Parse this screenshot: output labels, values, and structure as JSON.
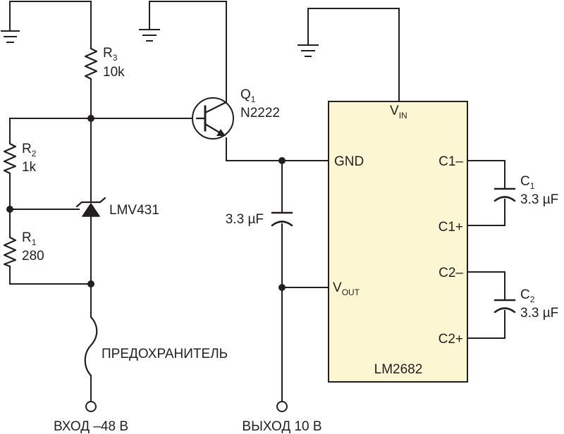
{
  "colors": {
    "ink": "#231f20",
    "ic_fill": "#fdf6d3",
    "background": "#ffffff"
  },
  "r3": {
    "name": "R",
    "sub": "3",
    "value": "10k"
  },
  "r2": {
    "name": "R",
    "sub": "2",
    "value": "1k"
  },
  "r1": {
    "name": "R",
    "sub": "1",
    "value": "280"
  },
  "q1": {
    "name": "Q",
    "sub": "1",
    "part": "N2222"
  },
  "zener": {
    "part": "LMV431"
  },
  "cout": {
    "value": "3.3 µF"
  },
  "c1": {
    "name": "C",
    "sub": "1",
    "value": "3.3 µF"
  },
  "c2": {
    "name": "C",
    "sub": "2",
    "value": "3.3 µF"
  },
  "ic": {
    "part": "LM2682",
    "vin": {
      "name": "V",
      "sub": "IN"
    },
    "gnd": "GND",
    "vout": {
      "name": "V",
      "sub": "OUT"
    },
    "c1_minus": "C1–",
    "c1_plus": "C1+",
    "c2_minus": "C2–",
    "c2_plus": "C2+"
  },
  "fuse": {
    "label": "ПРЕДОХРАНИТЕЛЬ"
  },
  "input": {
    "label": "ВХОД –48 В"
  },
  "output": {
    "label": "ВЫХОД 10 В"
  }
}
